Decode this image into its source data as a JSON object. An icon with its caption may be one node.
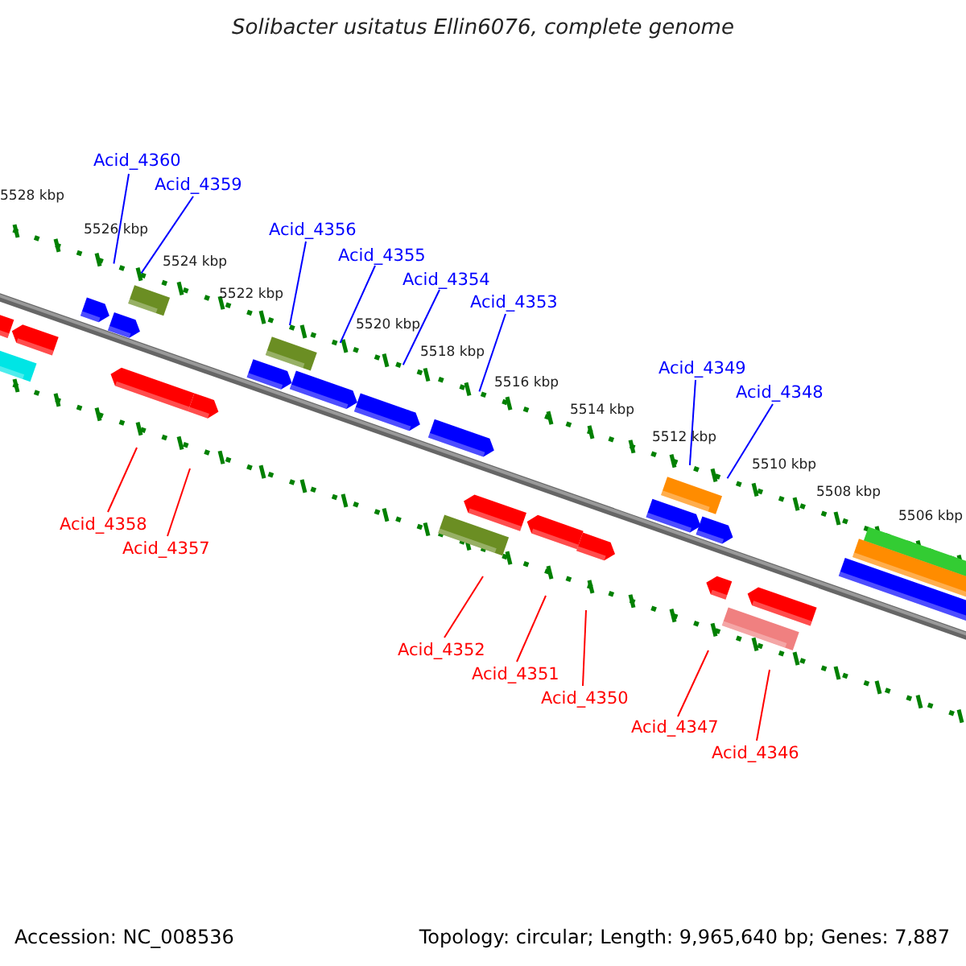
{
  "diagram": {
    "title": "Solibacter usitatus Ellin6076, complete genome",
    "nodes": [
      {
        "text": [
          "Acid_4360"
        ]
      },
      {
        "text": [
          "Acid_4359"
        ]
      },
      {
        "text": [
          "Acid_4356"
        ]
      },
      {
        "text": [
          "Acid_4355"
        ]
      },
      {
        "text": [
          "Acid_4354"
        ]
      },
      {
        "text": [
          "Acid_4353"
        ]
      },
      {
        "text": [
          "Acid_4349"
        ]
      },
      {
        "text": [
          "Acid_4348"
        ]
      },
      {
        "text": [
          "Acid_4358"
        ]
      },
      {
        "text": [
          "Acid_4357"
        ]
      },
      {
        "text": [
          "Acid_4352"
        ]
      },
      {
        "text": [
          "Acid_4351"
        ]
      },
      {
        "text": [
          "Acid_4350"
        ]
      },
      {
        "text": [
          "Acid_4347"
        ]
      },
      {
        "text": [
          "Acid_4346"
        ]
      }
    ],
    "edges": [
      {
        "from": 0,
        "to": null,
        "arrow": "none"
      },
      {
        "from": 1,
        "to": null,
        "arrow": "none"
      },
      {
        "from": 2,
        "to": null,
        "arrow": "none"
      },
      {
        "from": 3,
        "to": null,
        "arrow": "none"
      },
      {
        "from": 4,
        "to": null,
        "arrow": "none"
      },
      {
        "from": 5,
        "to": null,
        "arrow": "none"
      },
      {
        "from": 6,
        "to": null,
        "arrow": "none"
      },
      {
        "from": 7,
        "to": null,
        "arrow": "none"
      },
      {
        "from": 8,
        "to": null,
        "arrow": "none",
        "color": "#ff0000"
      },
      {
        "from": 9,
        "to": null,
        "arrow": "none",
        "color": "#ff0000"
      },
      {
        "from": 10,
        "to": null,
        "arrow": "none",
        "color": "#ff0000"
      },
      {
        "from": 11,
        "to": null,
        "arrow": "none",
        "color": "#ff0000"
      },
      {
        "from": 12,
        "to": null,
        "arrow": "none",
        "color": "#ff0000"
      },
      {
        "from": 13,
        "to": null,
        "arrow": "none",
        "color": "#ff0000"
      },
      {
        "from": 14,
        "to": null,
        "arrow": "none",
        "color": "#ff0000"
      }
    ],
    "labels": [
      "5528 kbp",
      "5526 kbp",
      "5524 kbp",
      "5522 kbp",
      "5520 kbp",
      "5518 kbp",
      "5516 kbp",
      "5514 kbp",
      "5512 kbp",
      "5510 kbp",
      "5508 kbp",
      "5506 kbp",
      "Accession: NC_008536",
      "Topology: circular; Length: 9,965,640 bp; Genes: 7,887"
    ]
  }
}
